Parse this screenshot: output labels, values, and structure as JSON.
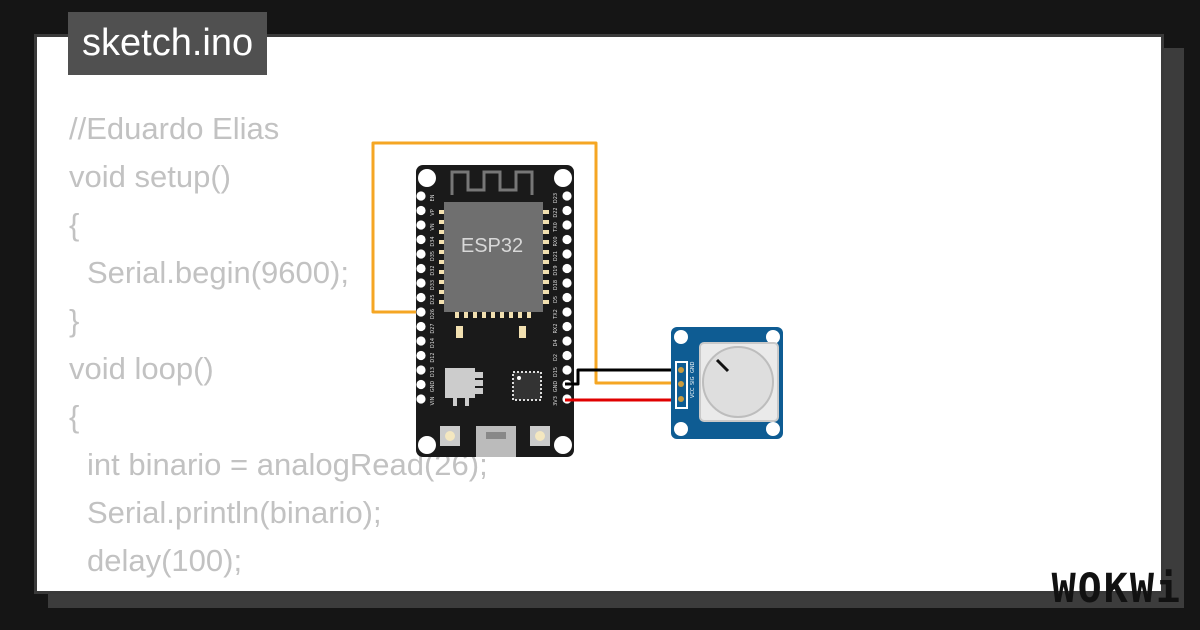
{
  "file_tab": {
    "label": "sketch.ino"
  },
  "code_lines": [
    {
      "text": "//Eduardo Elias",
      "indent": false
    },
    {
      "text": "void setup()",
      "indent": false
    },
    {
      "text": "{",
      "indent": false
    },
    {
      "text": "Serial.begin(9600);",
      "indent": true
    },
    {
      "text": "}",
      "indent": false
    },
    {
      "text": "void loop()",
      "indent": false
    },
    {
      "text": "{",
      "indent": false
    },
    {
      "text": "int binario = analogRead(26);",
      "indent": true
    },
    {
      "text": "Serial.println(binario);",
      "indent": true
    },
    {
      "text": "delay(100);",
      "indent": true
    },
    {
      "text": "}",
      "indent": false
    }
  ],
  "board": {
    "chip_label": "ESP32",
    "left_pins": [
      "EN",
      "VP",
      "VN",
      "D34",
      "D35",
      "D32",
      "D33",
      "D25",
      "D26",
      "D27",
      "D14",
      "D12",
      "D13",
      "GND",
      "VIN"
    ],
    "right_pins": [
      "D23",
      "D22",
      "TX0",
      "RX0",
      "D21",
      "D19",
      "D18",
      "D5",
      "TX2",
      "RX2",
      "D4",
      "D2",
      "D15",
      "GND",
      "3V3"
    ]
  },
  "module": {
    "pin_labels": [
      "GND",
      "SIG",
      "VCC"
    ]
  },
  "wires": {
    "orange": "#f5a623",
    "black": "#000000",
    "red": "#e00000"
  },
  "colors": {
    "board": "#1a1a1a",
    "module": "#0e5c93",
    "code_text": "#c2c2c2"
  },
  "logo": {
    "text": "WOKWi"
  }
}
